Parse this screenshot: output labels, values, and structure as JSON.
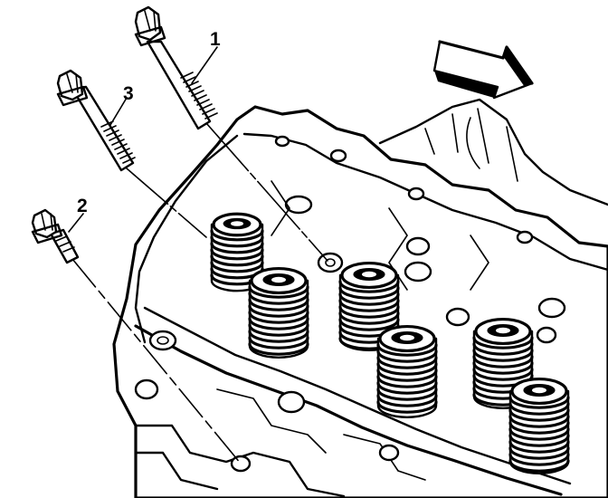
{
  "diagram": {
    "callouts": [
      {
        "id": "1",
        "label": "1"
      },
      {
        "id": "2",
        "label": "2"
      },
      {
        "id": "3",
        "label": "3"
      }
    ],
    "direction_arrow": "front-arrow-icon",
    "colors": {
      "ink": "#000000",
      "paper": "#ffffff"
    }
  }
}
